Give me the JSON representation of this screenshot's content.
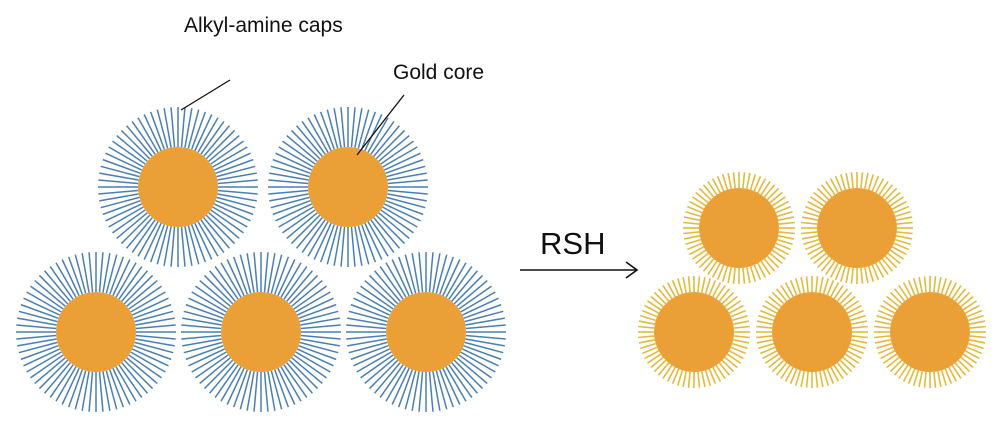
{
  "labels": {
    "caps": "Alkyl-amine caps",
    "core": "Gold core",
    "reagent": "RSH"
  },
  "colors": {
    "gold_core": "#EBA037",
    "amine_cap": "#4A7FB4",
    "thiol_cap": "#E5B93A",
    "ink": "#111111"
  },
  "diagram": {
    "left_group": {
      "ligand": "alkyl-amine",
      "particle_count": 5
    },
    "right_group": {
      "ligand": "thiol",
      "particle_count": 5
    },
    "arrow": "reaction-arrow"
  }
}
